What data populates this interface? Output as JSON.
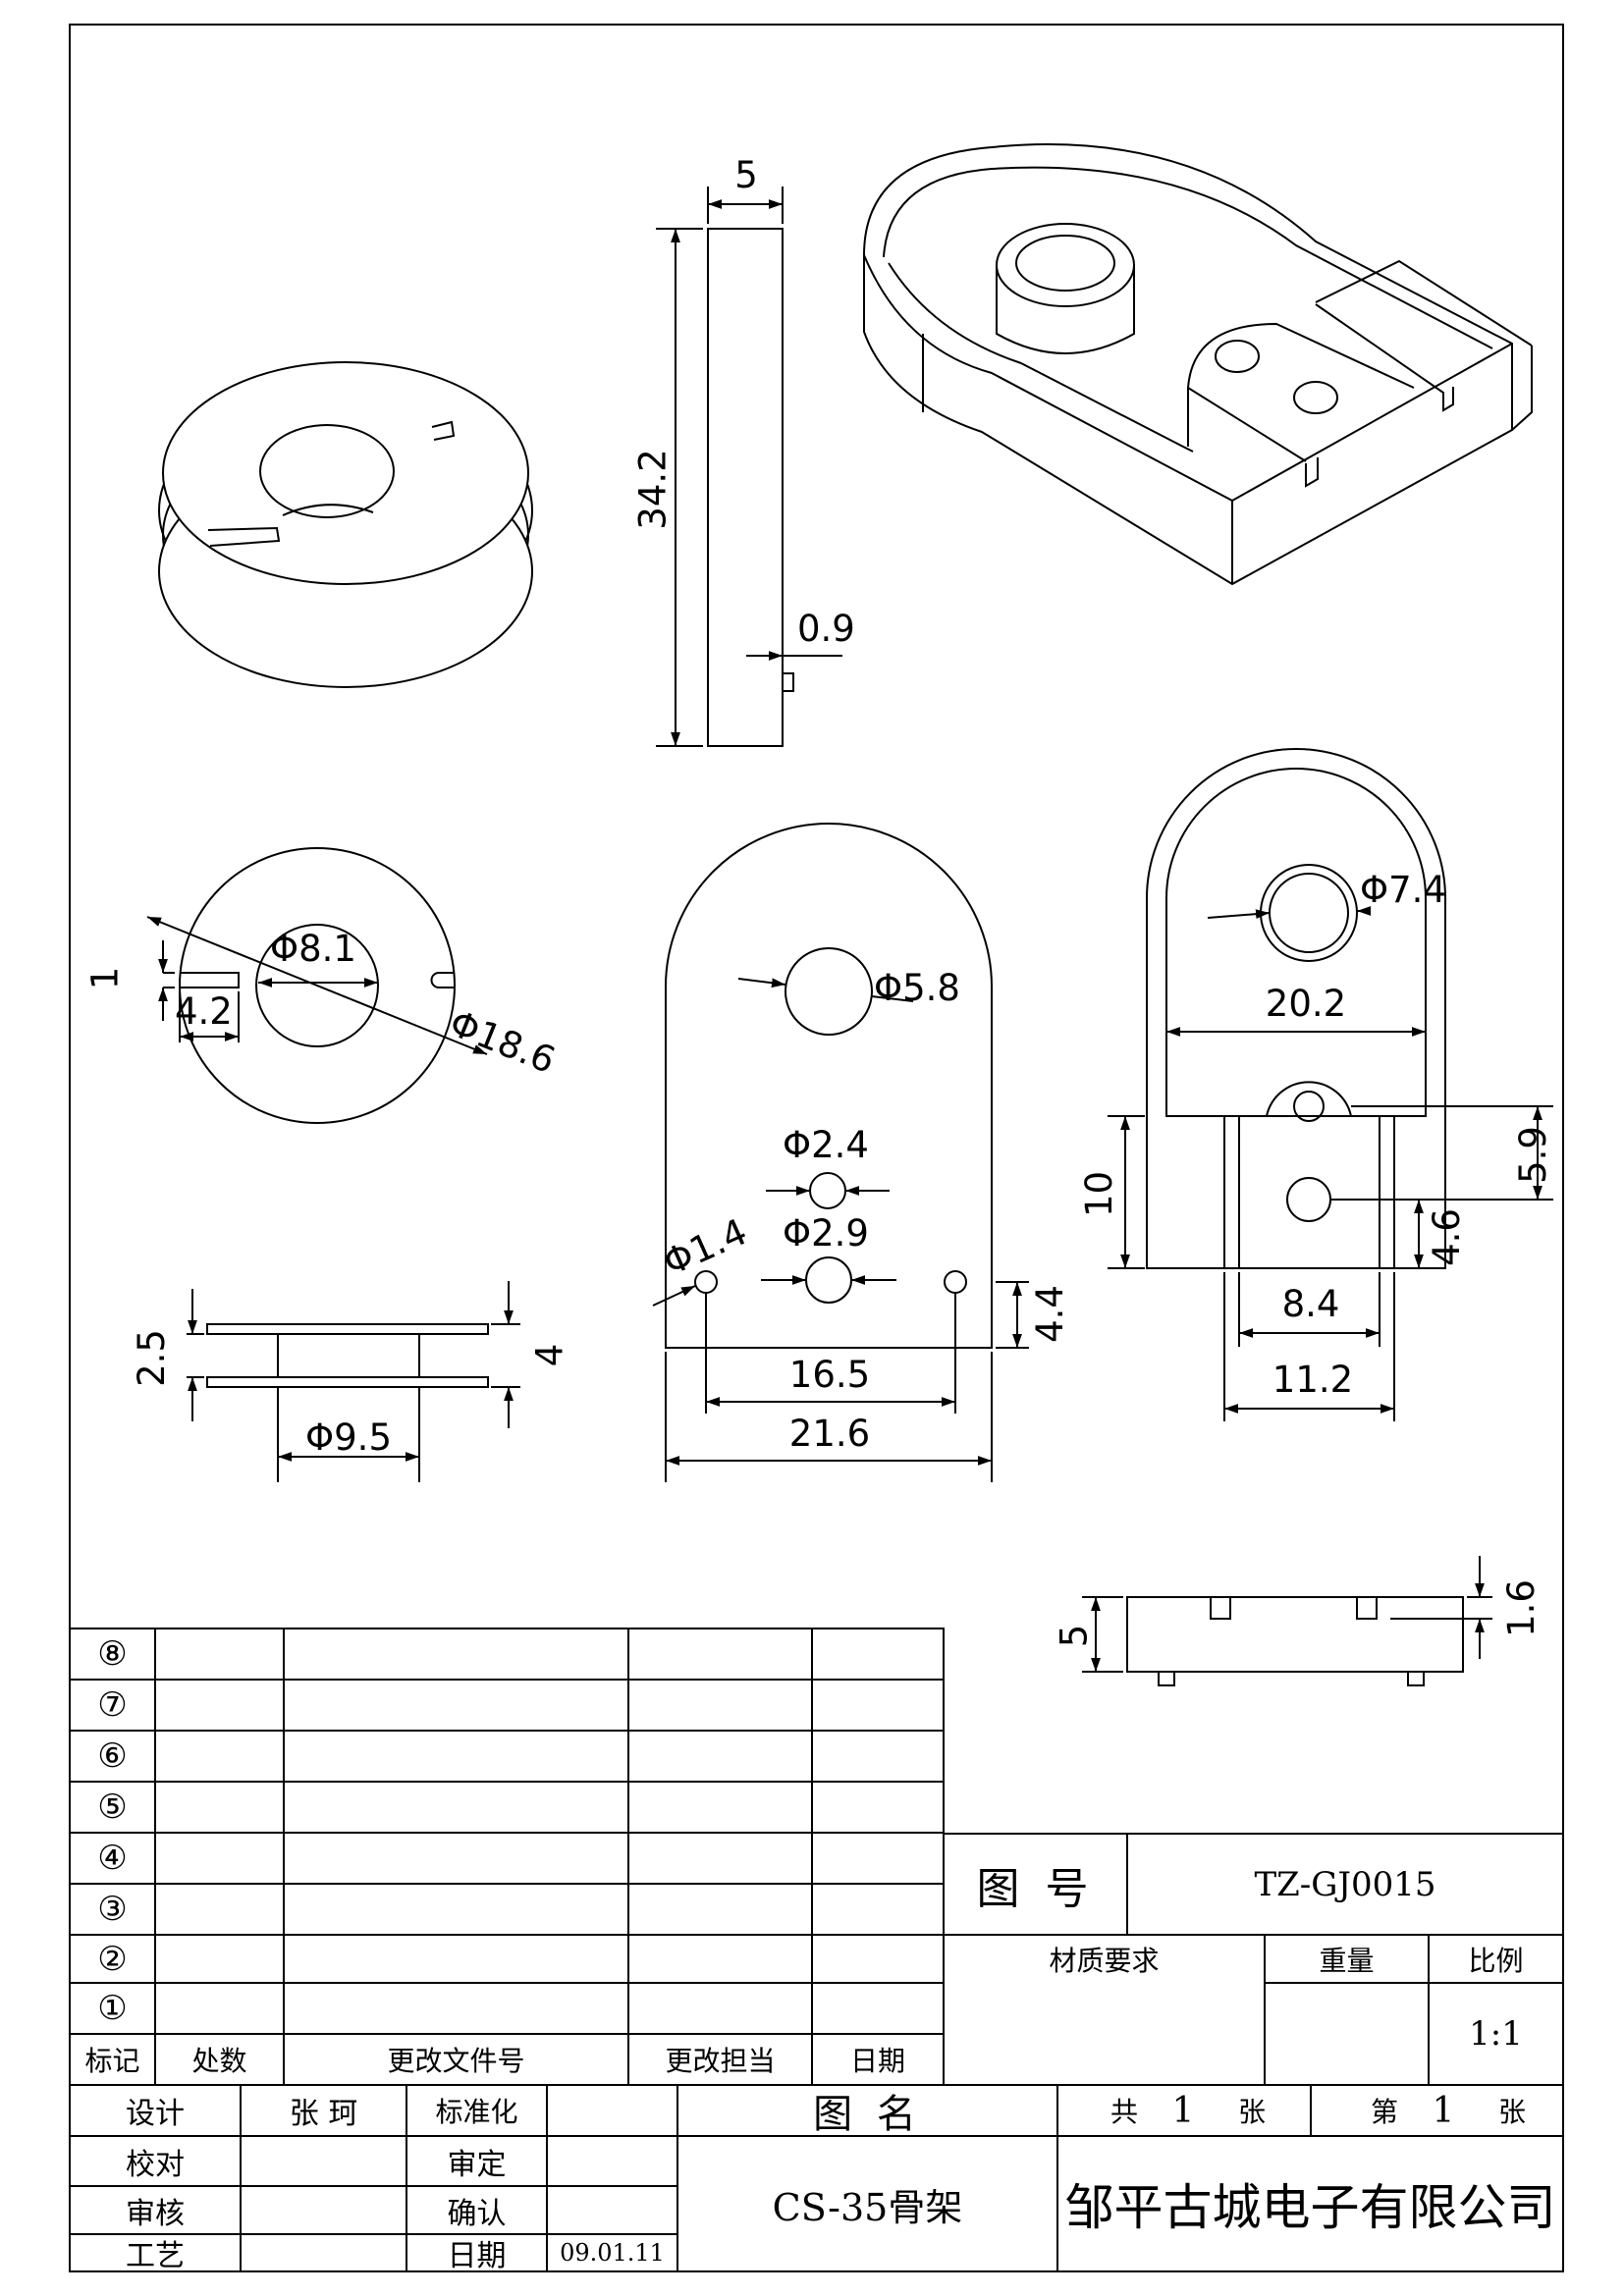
{
  "drawing": {
    "dimensions": {
      "d5_top": "5",
      "d34_2": "34.2",
      "d0_9": "0.9",
      "d1": "1",
      "d4_2": "4.2",
      "phi8_1": "Φ8.1",
      "phi18_6": "Φ18.6",
      "phi5_8": "Φ5.8",
      "phi2_4": "Φ2.4",
      "phi2_9": "Φ2.9",
      "phi1_4": "Φ1.4",
      "d4_4": "4.4",
      "d16_5": "16.5",
      "d21_6": "21.6",
      "phi7_4": "Φ7.4",
      "d20_2": "20.2",
      "d10": "10",
      "d5_9": "5.9",
      "d4_6": "4.6",
      "d8_4": "8.4",
      "d11_2": "11.2",
      "d2_5": "2.5",
      "d4": "4",
      "phi9_5": "Φ9.5",
      "d5_side": "5",
      "d1_6": "1.6"
    }
  },
  "revision_table": {
    "rows": [
      "⑧",
      "⑦",
      "⑥",
      "⑤",
      "④",
      "③",
      "②",
      "①"
    ],
    "headers": {
      "mark": "标记",
      "location": "处数",
      "change_doc": "更改文件号",
      "change_person": "更改担当",
      "date": "日期"
    }
  },
  "title_block": {
    "drawing_no_label": "图 号",
    "drawing_no": "TZ-GJ0015",
    "material_label": "材质要求",
    "weight_label": "重量",
    "scale_label": "比例",
    "scale": "1:1",
    "drawing_name_label": "图 名",
    "total_label": "共",
    "total_value": "1",
    "total_unit": "张",
    "page_label": "第",
    "page_value": "1",
    "page_unit": "张",
    "design_label": "设计",
    "designer": "张 珂",
    "standard_label": "标准化",
    "check_label": "校对",
    "review_label": "审定",
    "audit_label": "审核",
    "confirm_label": "确认",
    "process_label": "工艺",
    "date_label": "日期",
    "date": "09.01.11",
    "part_name": "CS-35骨架",
    "company": "邹平古城电子有限公司"
  }
}
